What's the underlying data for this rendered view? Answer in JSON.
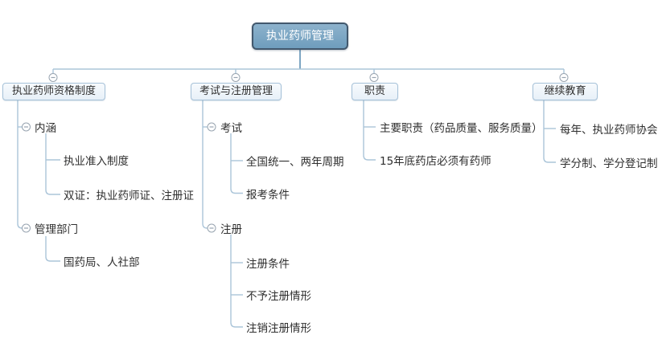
{
  "colors": {
    "canvas_bg": "#ffffff",
    "root_fill": "#6f9dbd",
    "root_border": "#42586d",
    "root_text": "#ffffff",
    "branch_fill": "#e7f0f8",
    "branch_border": "#a6c1d8",
    "line": "#abc5d9",
    "stem": "#7ea6c3",
    "icon_stroke": "#98a4b0",
    "text": "#2f2f2f"
  },
  "icons": {
    "collapse": "collapse-minus"
  },
  "mindmap": {
    "root": {
      "label": "执业药师管理"
    },
    "branches": [
      {
        "label": "执业药师资格制度",
        "children": [
          {
            "label": "内涵",
            "children": [
              {
                "label": "执业准入制度"
              },
              {
                "label": "双证：执业药师证、注册证"
              }
            ]
          },
          {
            "label": "管理部门",
            "children": [
              {
                "label": "国药局、人社部"
              }
            ]
          }
        ]
      },
      {
        "label": "考试与注册管理",
        "children": [
          {
            "label": "考试",
            "children": [
              {
                "label": "全国统一、两年周期"
              },
              {
                "label": "报考条件"
              }
            ]
          },
          {
            "label": "注册",
            "children": [
              {
                "label": "注册条件"
              },
              {
                "label": "不予注册情形"
              },
              {
                "label": "注销注册情形"
              }
            ]
          }
        ]
      },
      {
        "label": "职责",
        "children": [
          {
            "label": "主要职责（药品质量、服务质量）"
          },
          {
            "label": "15年底药店必须有药师"
          }
        ]
      },
      {
        "label": "继续教育",
        "children": [
          {
            "label": "每年、执业药师协会"
          },
          {
            "label": "学分制、学分登记制"
          }
        ]
      }
    ]
  }
}
